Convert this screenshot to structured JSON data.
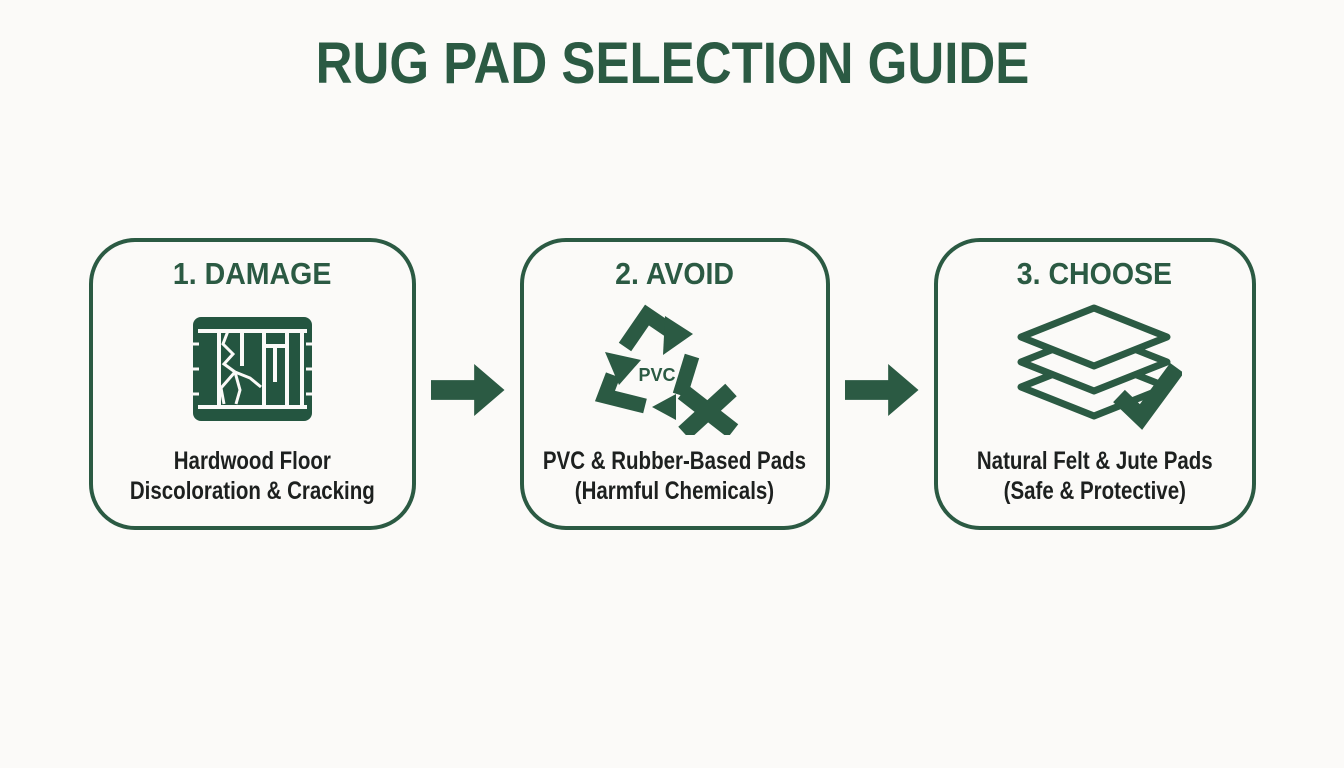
{
  "colors": {
    "accent_green": "#2b5a43",
    "icon_fill_green": "#245540",
    "caption_text": "#1d201f",
    "background": "#fbfaf8"
  },
  "title": "RUG PAD SELECTION GUIDE",
  "steps": [
    {
      "heading": "1. DAMAGE",
      "icon": "cracked-hardwood-floor-icon",
      "caption": {
        "line1": "Hardwood Floor",
        "line2": "Discoloration & Cracking"
      }
    },
    {
      "heading": "2. AVOID",
      "icon": "pvc-recycle-rejected-icon",
      "icon_label": "PVC",
      "caption": {
        "line1": "PVC & Rubber-Based Pads",
        "line2": "(Harmful Chemicals)"
      }
    },
    {
      "heading": "3. CHOOSE",
      "icon": "stacked-pads-check-icon",
      "caption": {
        "line1": "Natural Felt & Jute Pads",
        "line2": "(Safe & Protective)"
      }
    }
  ],
  "connectors": [
    {
      "icon": "right-arrow-icon"
    },
    {
      "icon": "right-arrow-icon"
    }
  ]
}
